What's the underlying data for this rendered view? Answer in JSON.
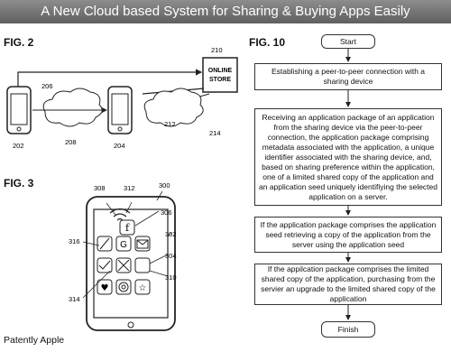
{
  "header": {
    "title": "A New Cloud based System for Sharing & Buying Apps Easily"
  },
  "fig2": {
    "label": "FIG. 2",
    "store_label_1": "ONLINE",
    "store_label_2": "STORE",
    "refs": {
      "store": "210",
      "arrow": "206",
      "device_left": "202",
      "cloud_left": "208",
      "device_right": "204",
      "link_a": "212",
      "link_b": "214"
    }
  },
  "fig3": {
    "label": "FIG. 3",
    "refs": {
      "r308": "308",
      "r312": "312",
      "r300": "300",
      "r306": "306",
      "r302": "302",
      "r316": "316",
      "r304": "304",
      "r314": "314",
      "r310": "310"
    }
  },
  "fig10": {
    "label": "FIG. 10",
    "start": "Start",
    "step1": "Establishing a peer-to-peer connection with a sharing device",
    "step2": "Receiving an application package of an application from the sharing device via the peer-to-peer connection, the application package comprising metadata associated with the application, a unique identifier associated with the sharing device, and, based on sharing preference within the application, one of a limited shared copy of the application and an application seed uniquely identifiying the selected application on a server.",
    "step3": "If the application package comprises the application seed retrieving a copy of the application from the server using the application seed",
    "step4": "If the appilcation package comprises the limited shared copy of the application, purchasing from the servier an upgrade to the limited shared copy of the application",
    "finish": "Finish"
  },
  "footer": {
    "source": "Patently Apple"
  }
}
